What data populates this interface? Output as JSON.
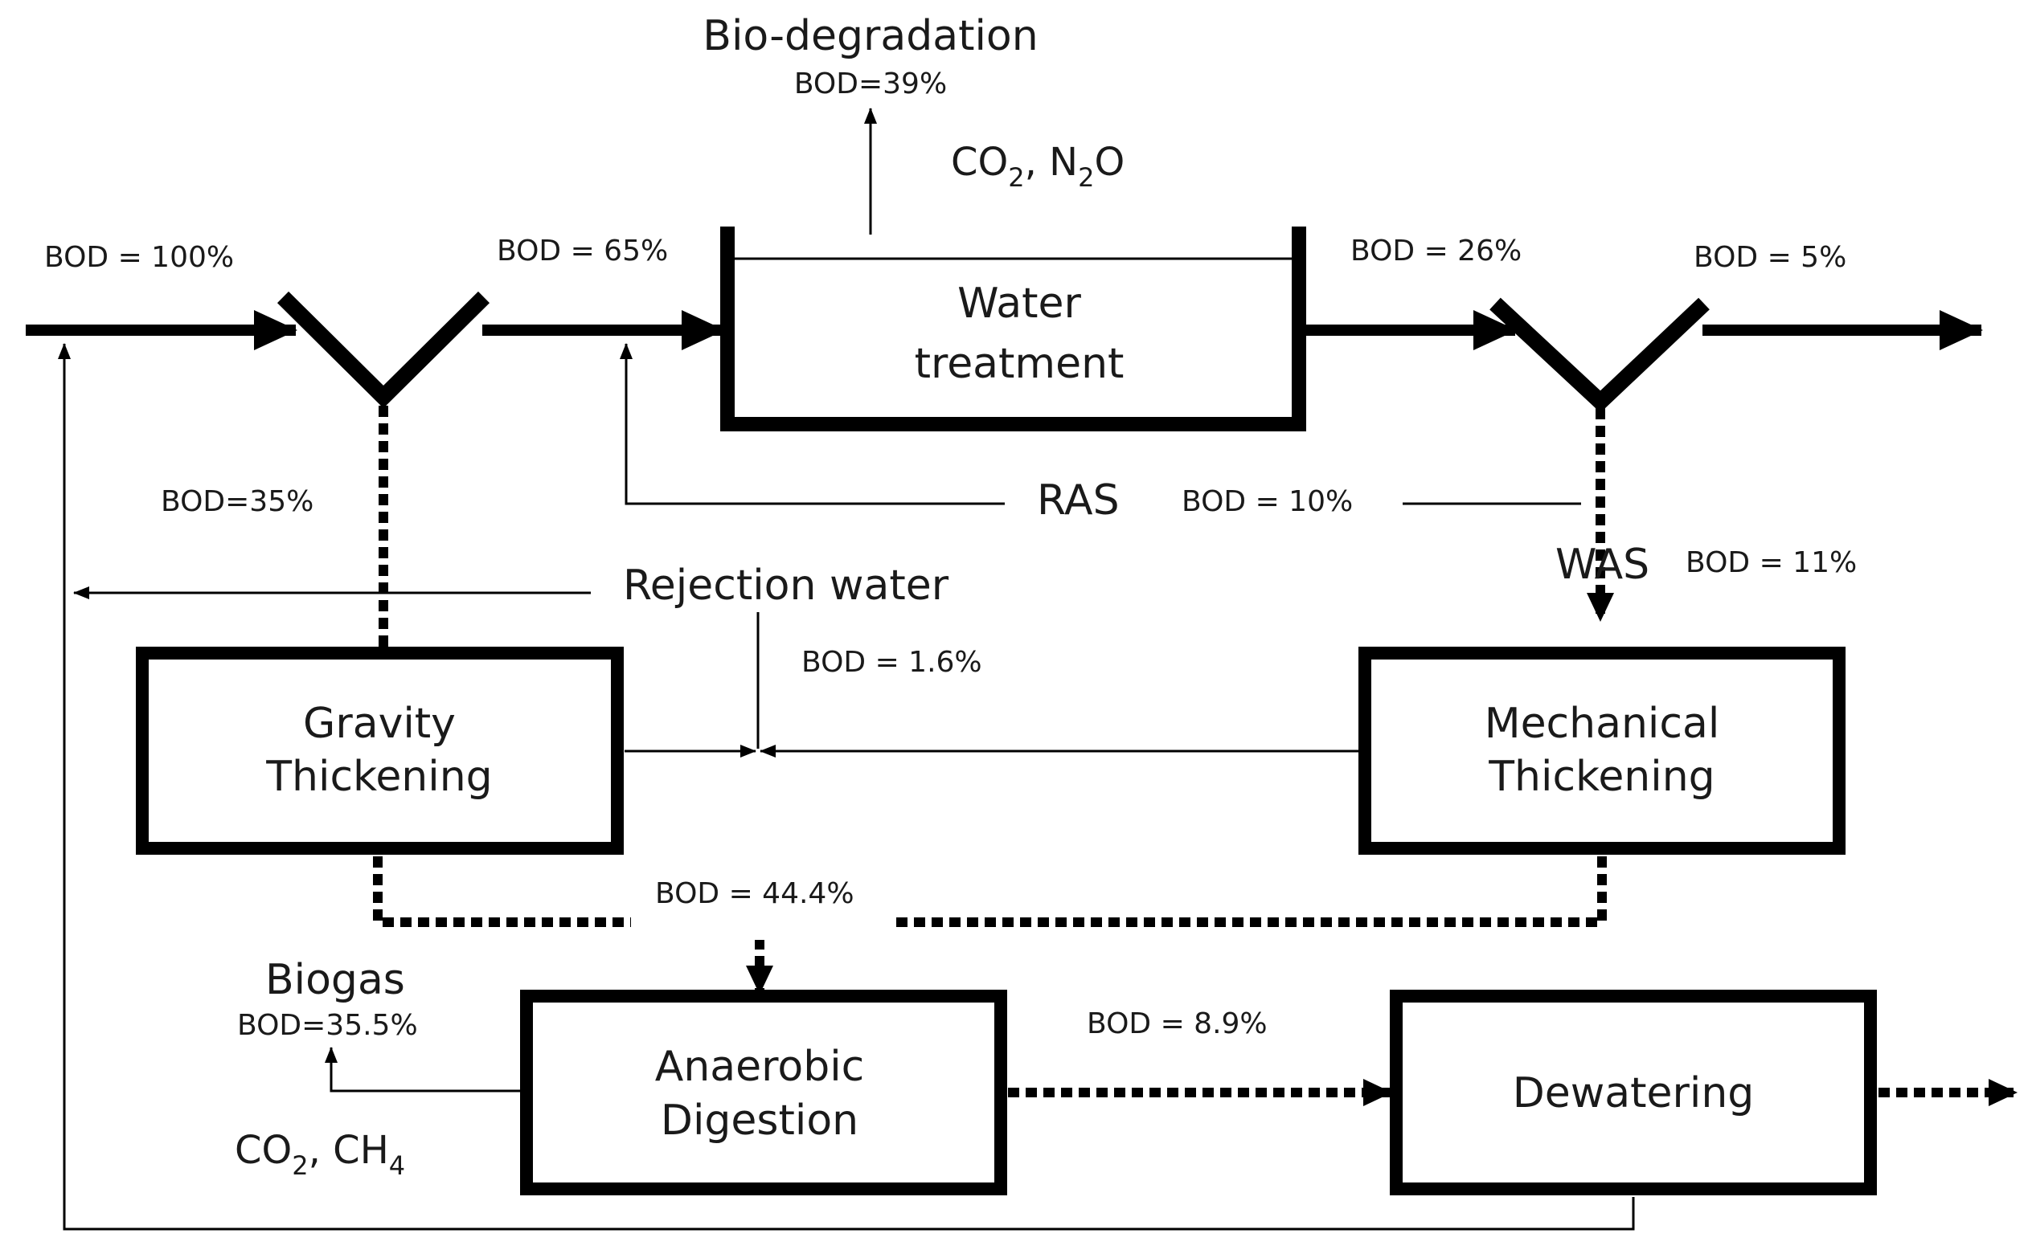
{
  "colors": {
    "ink": "#000000",
    "text": "#1a1a1a",
    "background": "#ffffff"
  },
  "labels": {
    "bio_degradation": "Bio-degradation",
    "bio_degradation_bod": "BOD=39%",
    "aeration_gas_co2_base": "CO",
    "aeration_gas_co2_sub": "2",
    "aeration_gas_sep": ", ",
    "aeration_gas_n2o_base": "N",
    "aeration_gas_n2o_sub": "2",
    "aeration_gas_n2o_tail": "O",
    "bod_influent": "BOD = 100%",
    "bod_to_treatment": "BOD = 65%",
    "bod_after_treatment": "BOD = 26%",
    "bod_effluent": "BOD = 5%",
    "bod_primary_sludge": "BOD=35%",
    "ras": "RAS",
    "bod_ras": "BOD = 10%",
    "was": "WAS",
    "bod_was": "BOD = 11%",
    "rejection_water": "Rejection water",
    "bod_rejection": "BOD = 1.6%",
    "bod_to_digestion": "BOD = 44.4%",
    "biogas": "Biogas",
    "biogas_bod": "BOD=35.5%",
    "digester_gas_co2_base": "CO",
    "digester_gas_co2_sub": "2",
    "digester_gas_sep": ", CH",
    "digester_gas_ch4_sub": "4",
    "bod_digested": "BOD = 8.9%"
  },
  "units": {
    "water_treatment": [
      "Water",
      "treatment"
    ],
    "gravity_thickening": [
      "Gravity",
      "Thickening"
    ],
    "mechanical_thickening": [
      "Mechanical",
      "Thickening"
    ],
    "anaerobic_digestion": [
      "Anaerobic",
      "Digestion"
    ],
    "dewatering": "Dewatering"
  }
}
